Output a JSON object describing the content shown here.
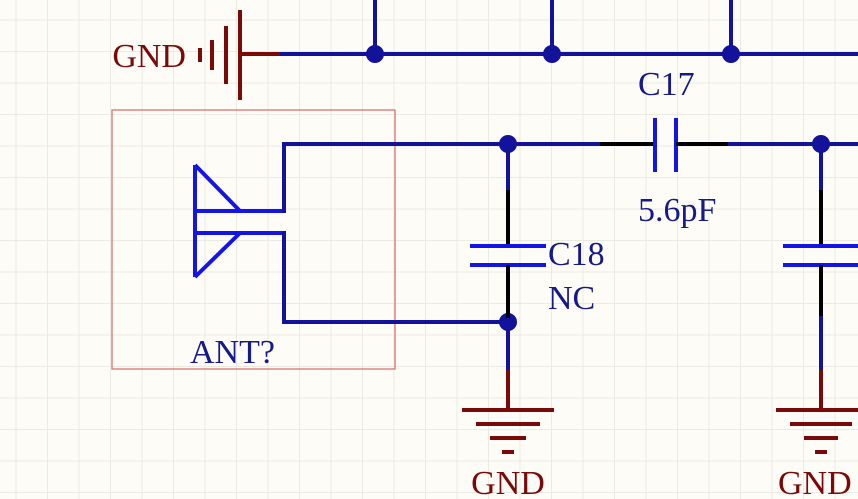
{
  "components": {
    "c17": {
      "designator": "C17",
      "value": "5.6pF"
    },
    "c18": {
      "designator": "C18",
      "value": "NC"
    },
    "antenna": {
      "designator": "ANT?"
    }
  },
  "power_ports": {
    "top_left": "GND",
    "bottom_c18": "GND",
    "bottom_right": "GND"
  },
  "colors": {
    "wire": "#12129a",
    "component_body": "#1414e6",
    "power_port": "#7a0a0a",
    "pin": "#000000",
    "text": "#17188a",
    "background": "#fdfcf7"
  }
}
